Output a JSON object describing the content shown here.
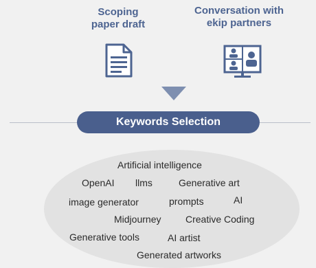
{
  "sources": {
    "draft_label": "Scoping paper draft",
    "draft_line1": "Scoping",
    "draft_line2": "paper draft",
    "conversation_line1": "Conversation with",
    "conversation_line2": "ekip partners",
    "draft_icon": "document-icon",
    "conversation_icon": "video-call-icon"
  },
  "selection": {
    "label": "Keywords Selection"
  },
  "keywords": [
    "Artificial intelligence",
    "OpenAI",
    "llms",
    "Generative art",
    "image generator",
    "prompts",
    "AI",
    "Midjourney",
    "Creative Coding",
    "Generative tools",
    "AI artist",
    "Generated artworks"
  ],
  "colors": {
    "accent": "#4a5f8d",
    "heading": "#4d6491",
    "background": "#f1f1f1",
    "cloud": "#e2e2e2",
    "arrow": "#7e8fb0"
  }
}
